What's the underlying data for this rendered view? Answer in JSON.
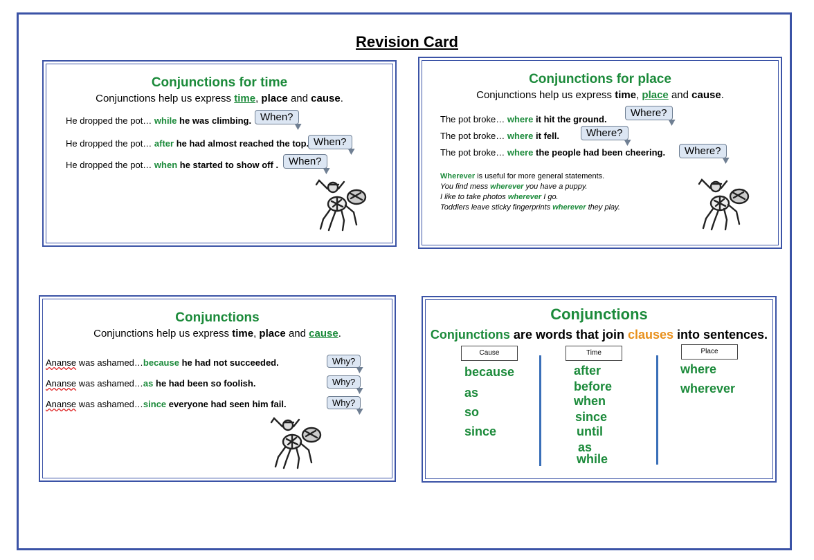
{
  "title": "Revision Card",
  "card_time": {
    "heading": "Conjunctions for time",
    "intro_prefix": "Conjunctions help us express ",
    "time": "time",
    "comma": ", ",
    "place": "place",
    "and": " and ",
    "cause": "cause",
    "period": ".",
    "rows": [
      {
        "prefix": "He dropped the pot…  ",
        "conj": "while",
        "rest": " he was climbing.",
        "bubble": "When?"
      },
      {
        "prefix": "He dropped the pot…  ",
        "conj": "after",
        "rest": " he had almost reached the top.",
        "bubble": "When?"
      },
      {
        "prefix": "He dropped the pot…  ",
        "conj": "when",
        "rest": " he started to show off .",
        "bubble": "When?"
      }
    ]
  },
  "card_place": {
    "heading": "Conjunctions for place",
    "intro_prefix": "Conjunctions help us express ",
    "time": "time",
    "comma": ", ",
    "place": "place",
    "and": " and ",
    "cause": "cause",
    "period": ".",
    "rows": [
      {
        "prefix": "The pot broke…     ",
        "conj": "where",
        "rest": " it hit the ground.",
        "bubble": "Where?"
      },
      {
        "prefix": "The pot broke…     ",
        "conj": "where",
        "rest": " it fell.",
        "bubble": "Where?"
      },
      {
        "prefix": "The pot broke…     ",
        "conj": "where",
        "rest": " the people had been cheering.",
        "bubble": "Where?"
      }
    ],
    "note_word": "Wherever",
    "note_rest": " is useful for more general statements.",
    "examples": [
      {
        "a": "You find mess ",
        "w": "wherever",
        "b": " you have a puppy."
      },
      {
        "a": "I like to take photos ",
        "w": "wherever",
        "b": " I go."
      },
      {
        "a": "Toddlers leave sticky fingerprints ",
        "w": "wherever",
        "b": " they play."
      }
    ]
  },
  "card_cause": {
    "heading": "Conjunctions",
    "intro_prefix": "Conjunctions help us express ",
    "time": "time",
    "comma": ", ",
    "place": "place",
    "and": " and ",
    "cause": "cause",
    "period": ".",
    "rows": [
      {
        "name": "Ananse",
        "prefix": " was ashamed…",
        "conj": "because",
        "rest": " he had not succeeded.",
        "bubble": "Why?"
      },
      {
        "name": "Ananse",
        "prefix": " was ashamed…",
        "conj": "as",
        "rest": " he had been so foolish.",
        "bubble": "Why?"
      },
      {
        "name": "Ananse",
        "prefix": " was ashamed…",
        "conj": "since",
        "rest": " everyone had seen him fail.",
        "bubble": "Why?"
      }
    ]
  },
  "card_summary": {
    "heading": "Conjunctions",
    "line_a": "Conjunctions",
    "line_b": " are words that join ",
    "line_c": "clauses",
    "line_d": " into sentences.",
    "columns": [
      {
        "label": "Cause",
        "words": [
          "because",
          "as",
          "so",
          "since"
        ]
      },
      {
        "label": "Time",
        "words": [
          "after",
          "before",
          "when",
          "since",
          "until",
          "as",
          "while"
        ]
      },
      {
        "label": "Place",
        "words": [
          "where",
          "wherever"
        ]
      }
    ]
  },
  "colors": {
    "green": "#1b8a3a",
    "orange": "#e8901c",
    "border": "#3b53a6",
    "bubble": "#dce6f3"
  }
}
